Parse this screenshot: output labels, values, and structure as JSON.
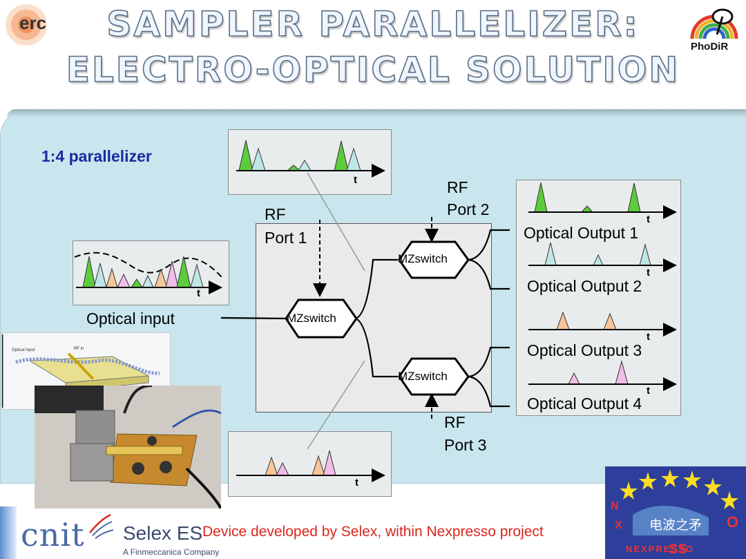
{
  "title": {
    "line1": "SAMPLER PARALLELIZER:",
    "line2": "ELECTRO-OPTICAL SOLUTION"
  },
  "logos": {
    "erc": "erc",
    "phodir": "PhoDiR",
    "cnit": "cnit",
    "selex": "Selex ES",
    "selex_sub": "A Finmeccanica Company",
    "nexpresso_letters": "NEXPRESSO",
    "watermark": "电波之矛"
  },
  "diagram": {
    "subtitle": "1:4 parallelizer",
    "optical_input": "Optical input",
    "rf_port_1": [
      "RF",
      "Port 1"
    ],
    "rf_port_2": [
      "RF",
      "Port 2"
    ],
    "rf_port_3": [
      "RF",
      "Port 3"
    ],
    "mzswitch": "MZswitch",
    "time_axis": "t",
    "outputs": [
      "Optical Output 1",
      "Optical Output 2",
      "Optical Output 3",
      "Optical Output 4"
    ],
    "inset_labels": [
      "Optical input",
      "RF in"
    ]
  },
  "colors": {
    "green": "#5ccc3c",
    "teal": "#bfe6e6",
    "orange": "#f6c69a",
    "pink": "#f2bde6",
    "panel": "#c9e6ee",
    "footer_red": "#d9261c",
    "subtitle_blue": "#1a2aa0"
  },
  "footer": "Device developed by Selex, within Nexpresso project"
}
